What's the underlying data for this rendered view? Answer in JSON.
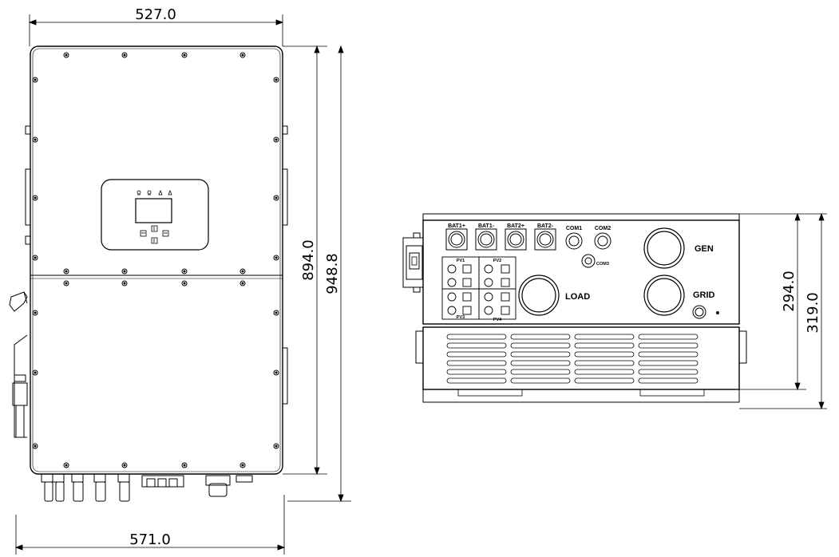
{
  "dimensions": {
    "front_width": "527.0",
    "overall_width": "571.0",
    "body_height": "894.0",
    "overall_height": "948.8",
    "side_height_body": "294.0",
    "side_height_overall": "319.0"
  },
  "terminals": {
    "bat1_plus": "BAT1+",
    "bat1_minus": "BAT1-",
    "bat2_plus": "BAT2+",
    "bat2_minus": "BAT2-",
    "com1": "COM1",
    "com2": "COM2",
    "com3": "COM3",
    "pv1": "PV1",
    "pv2": "PV2",
    "pv3": "PV3",
    "pv4": "PV4",
    "load": "LOAD",
    "gen": "GEN",
    "grid": "GRID"
  }
}
